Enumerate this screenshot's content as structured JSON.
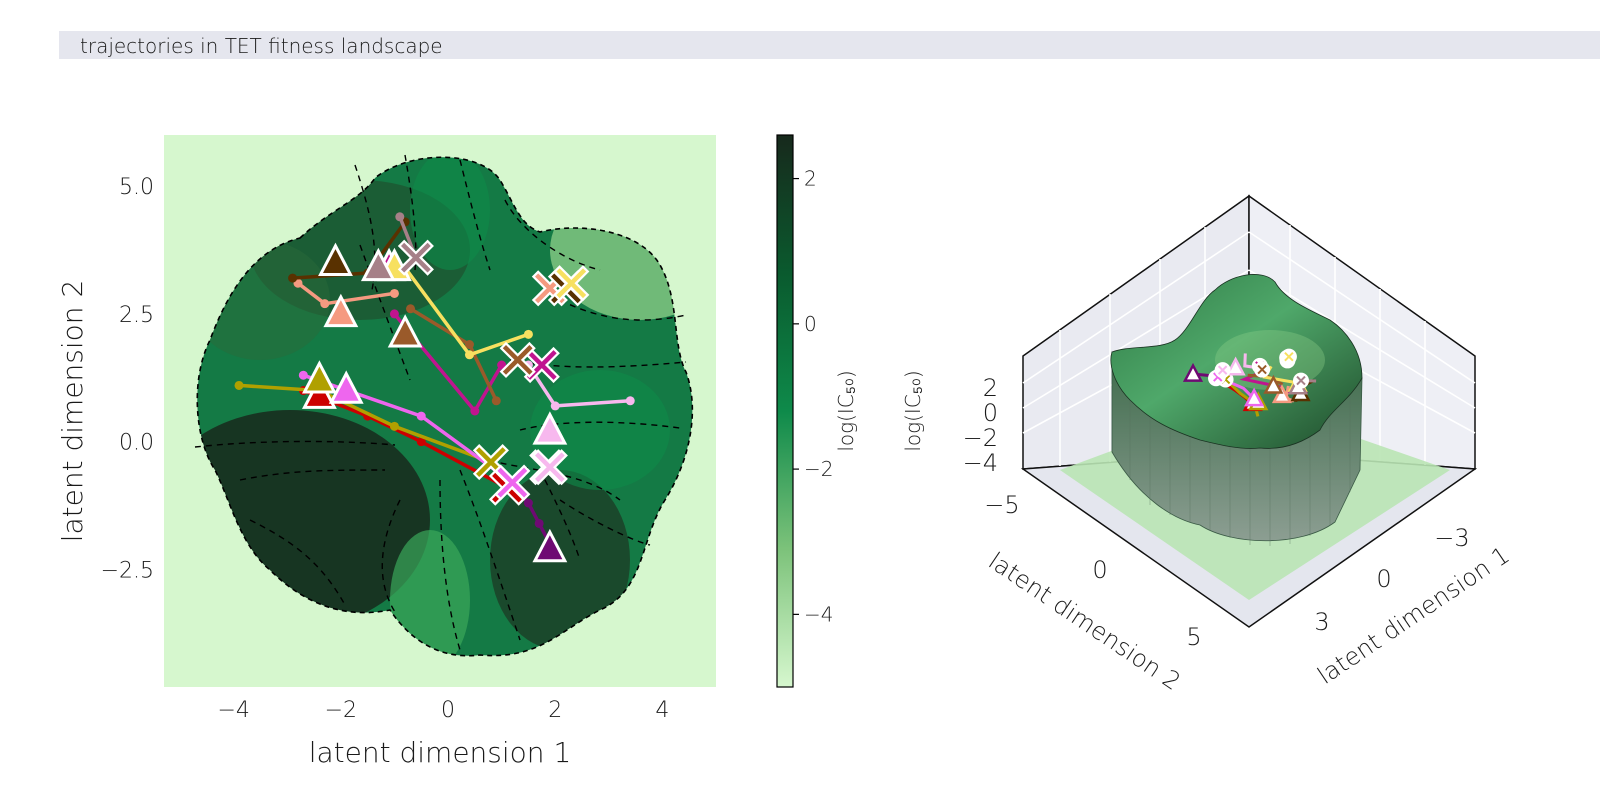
{
  "title": "trajectories in TET fitness landscape",
  "chart_data": [
    {
      "type": "contour",
      "xlabel": "latent dimension 1",
      "ylabel": "latent dimension 2",
      "xlim": [
        -5.3,
        5.0
      ],
      "ylim": [
        -4.8,
        6.0
      ],
      "xticks": [
        "−4",
        "−2",
        "0",
        "2",
        "4"
      ],
      "xtick_values": [
        -4,
        -2,
        0,
        2,
        4
      ],
      "yticks": [
        "5.0",
        "2.5",
        "0.0",
        "−2.5"
      ],
      "ytick_values": [
        5.0,
        2.5,
        0.0,
        -2.5
      ],
      "background_color": "#d6f7ce",
      "colorbar": {
        "label": "log(IC₅₀)",
        "ticks": [
          "2",
          "0",
          "−2",
          "−4"
        ],
        "tick_values": [
          2,
          0,
          -2,
          -4
        ],
        "range": [
          -5,
          2.6
        ],
        "colors": [
          "#d6f7ce",
          "#7cc27a",
          "#0e8a4a",
          "#0a5a2e",
          "#17291c"
        ]
      },
      "trajectories": [
        {
          "color": "#6e0a73",
          "points": [
            [
              1.2,
              -0.8
            ],
            [
              1.5,
              -1.2
            ],
            [
              1.7,
              -1.6
            ],
            [
              1.9,
              -2.0
            ]
          ],
          "start": [
            1.9,
            -2.1
          ],
          "end": [
            1.85,
            -0.5
          ]
        },
        {
          "color": "#cc0000",
          "points": [
            [
              -2.7,
              1.0
            ],
            [
              -1.5,
              0.5
            ],
            [
              -0.5,
              0.0
            ],
            [
              1.1,
              -0.9
            ]
          ],
          "start": [
            -2.4,
            0.9
          ],
          "end": [
            1.1,
            -0.9
          ]
        },
        {
          "color": "#b0a000",
          "points": [
            [
              -3.9,
              1.1
            ],
            [
              -2.4,
              1.0
            ],
            [
              -1.0,
              0.3
            ],
            [
              0.8,
              -0.4
            ]
          ],
          "start": [
            -2.4,
            1.2
          ],
          "end": [
            0.8,
            -0.4
          ]
        },
        {
          "color": "#ee66ee",
          "points": [
            [
              -2.7,
              1.3
            ],
            [
              -0.5,
              0.5
            ],
            [
              1.2,
              -0.8
            ]
          ],
          "start": [
            -1.9,
            1.0
          ],
          "end": [
            1.2,
            -0.8
          ]
        },
        {
          "color": "#f7b8ee",
          "points": [
            [
              1.5,
              1.5
            ],
            [
              2.0,
              0.7
            ],
            [
              3.4,
              0.8
            ]
          ],
          "start": [
            1.9,
            0.2
          ],
          "end": [
            1.9,
            -0.5
          ]
        },
        {
          "color": "#c0148f",
          "points": [
            [
              -1.0,
              2.5
            ],
            [
              0.5,
              0.6
            ],
            [
              1.0,
              1.5
            ]
          ],
          "start": [
            -1.1,
            3.4
          ],
          "end": [
            1.75,
            1.5
          ]
        },
        {
          "color": "#f59a80",
          "points": [
            [
              -2.8,
              3.1
            ],
            [
              -2.3,
              2.7
            ],
            [
              -1.0,
              2.9
            ]
          ],
          "start": [
            -2.0,
            2.5
          ],
          "end": [
            1.9,
            3.0
          ]
        },
        {
          "color": "#593100",
          "points": [
            [
              -2.9,
              3.2
            ],
            [
              -1.5,
              3.3
            ],
            [
              -0.8,
              4.3
            ]
          ],
          "start": [
            -2.1,
            3.5
          ],
          "end": [
            2.2,
            3.0
          ]
        },
        {
          "color": "#9a5a2a",
          "points": [
            [
              -0.7,
              2.6
            ],
            [
              0.4,
              1.9
            ],
            [
              0.9,
              0.8
            ]
          ],
          "start": [
            -0.8,
            2.1
          ],
          "end": [
            1.3,
            1.6
          ]
        },
        {
          "color": "#f7e060",
          "points": [
            [
              -0.8,
              3.4
            ],
            [
              0.4,
              1.7
            ],
            [
              1.5,
              2.1
            ]
          ],
          "start": [
            -1.0,
            3.4
          ],
          "end": [
            2.3,
            3.1
          ]
        },
        {
          "color": "#a68088",
          "points": [
            [
              -0.9,
              4.4
            ],
            [
              -0.6,
              3.6
            ]
          ],
          "start": [
            -1.3,
            3.4
          ],
          "end": [
            -0.6,
            3.6
          ]
        }
      ]
    },
    {
      "type": "surface3d",
      "xlabel": "latent dimension 1",
      "ylabel": "latent dimension 2",
      "zlabel": "log(IC₅₀)",
      "xticks": [
        "−3",
        "0",
        "3"
      ],
      "yticks": [
        "−5",
        "0",
        "5"
      ],
      "zticks": [
        "2",
        "0",
        "−2",
        "−4"
      ]
    }
  ]
}
